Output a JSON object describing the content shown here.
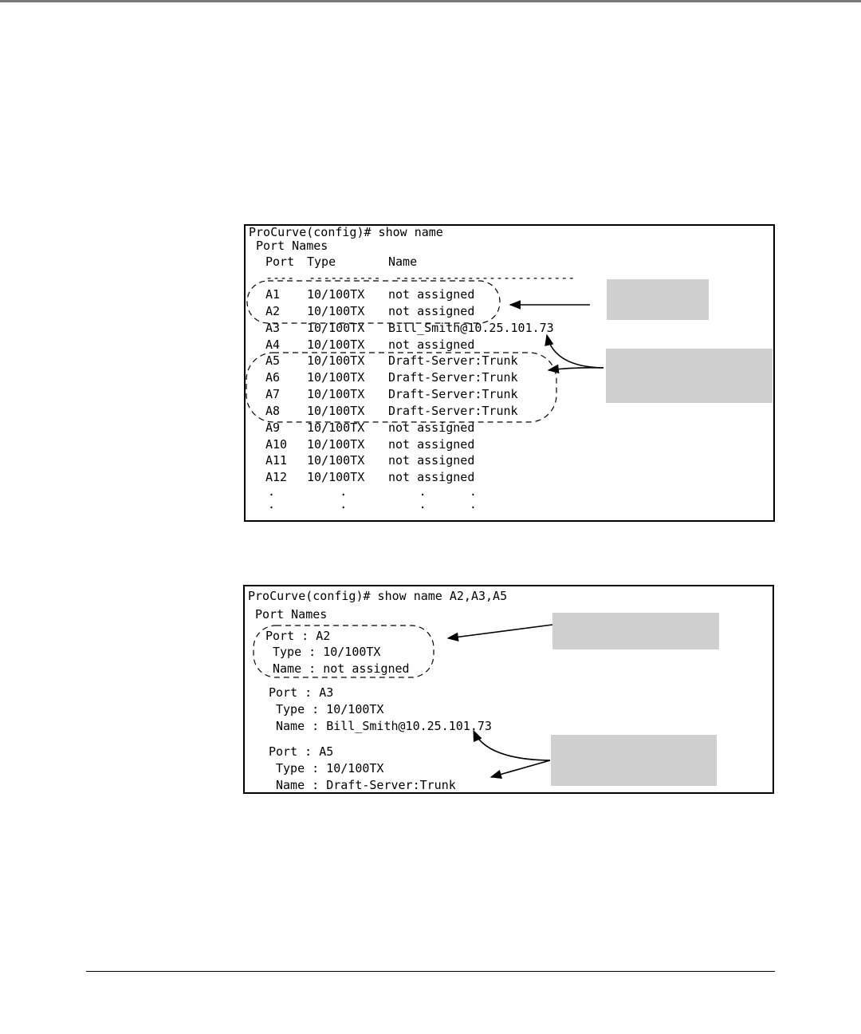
{
  "figure1": {
    "command": "ProCurve(config)# show name",
    "heading": "Port Names",
    "columns": {
      "port": "Port",
      "type": "Type",
      "name": "Name"
    },
    "separator": "----  ----------  -------------------------",
    "rows": [
      {
        "port": "A1",
        "type": "10/100TX",
        "name": "not assigned"
      },
      {
        "port": "A2",
        "type": "10/100TX",
        "name": "not assigned"
      },
      {
        "port": "A3",
        "type": "10/100TX",
        "name": "Bill_Smith@10.25.101.73"
      },
      {
        "port": "A4",
        "type": "10/100TX",
        "name": "not assigned"
      },
      {
        "port": "A5",
        "type": "10/100TX",
        "name": "Draft-Server:Trunk"
      },
      {
        "port": "A6",
        "type": "10/100TX",
        "name": "Draft-Server:Trunk"
      },
      {
        "port": "A7",
        "type": "10/100TX",
        "name": "Draft-Server:Trunk"
      },
      {
        "port": "A8",
        "type": "10/100TX",
        "name": "Draft-Server:Trunk"
      },
      {
        "port": "A9",
        "type": "10/100TX",
        "name": "not assigned"
      },
      {
        "port": "A10",
        "type": "10/100TX",
        "name": "not assigned"
      },
      {
        "port": "A11",
        "type": "10/100TX",
        "name": "not assigned"
      },
      {
        "port": "A12",
        "type": "10/100TX",
        "name": "not assigned"
      }
    ],
    "ellipsis": ".         .          .      ."
  },
  "figure2": {
    "command": "ProCurve(config)# show name A2,A3,A5",
    "heading": "Port Names",
    "entries": [
      {
        "port": "Port : A2",
        "type": "Type : 10/100TX",
        "name": "Name : not assigned"
      },
      {
        "port": "Port : A3",
        "type": "Type : 10/100TX",
        "name": "Name : Bill_Smith@10.25.101.73"
      },
      {
        "port": "Port : A5",
        "type": "Type : 10/100TX",
        "name": "Name : Draft-Server:Trunk"
      }
    ]
  },
  "colors": {
    "callout_fill": "#cfcfcf",
    "text": "#000000",
    "top_rule": "#7a7a7a"
  }
}
